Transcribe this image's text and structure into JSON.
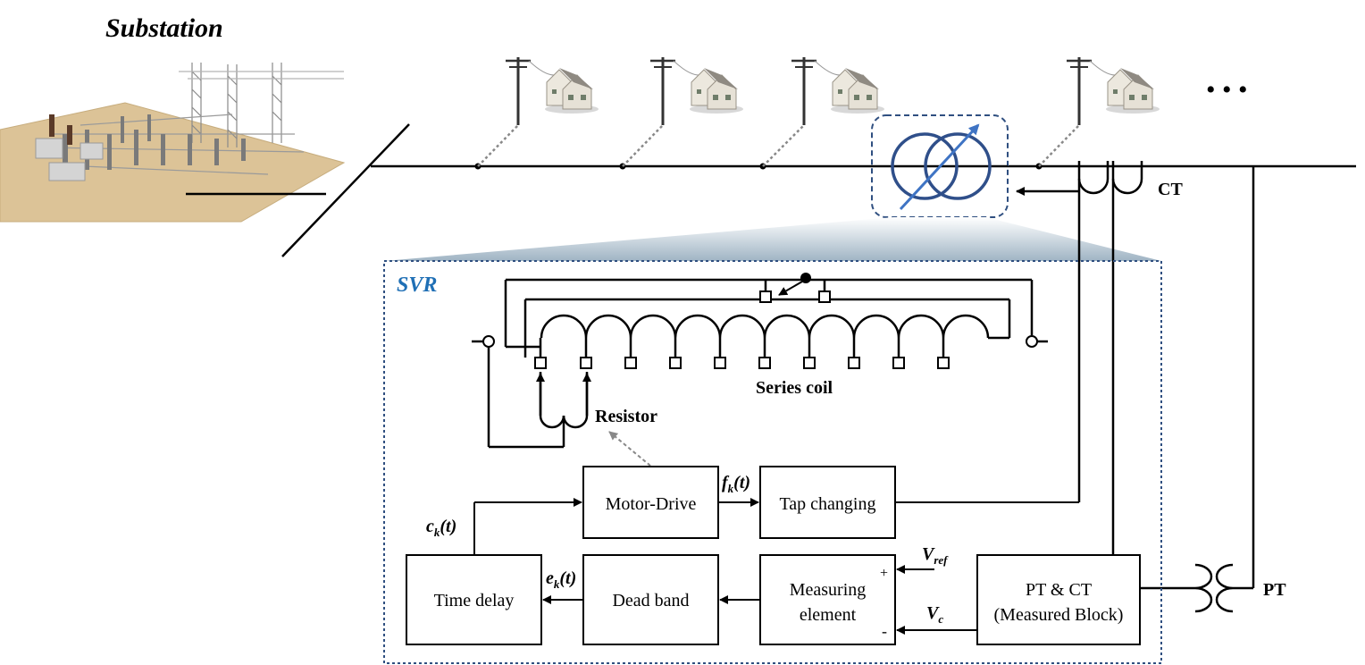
{
  "labels": {
    "substation": "Substation",
    "ellipsis": "• • •",
    "ct": "CT",
    "pt": "PT",
    "svr": "SVR",
    "series_coil": "Series coil",
    "resistor": "Resistor",
    "ck": {
      "base": "c",
      "sub": "k",
      "tail": "(t)"
    },
    "ek": {
      "base": "e",
      "sub": "k",
      "tail": "(t)"
    },
    "fk": {
      "base": "f",
      "sub": "k",
      "tail": "(t)"
    },
    "vref": {
      "base": "V",
      "sub": "ref"
    },
    "vc": {
      "base": "V",
      "sub": "c"
    },
    "plus": "+",
    "minus": "-"
  },
  "blocks": {
    "motor_drive": "Motor-Drive",
    "tap_changing": "Tap changing",
    "time_delay": "Time delay",
    "dead_band": "Dead band",
    "measuring_line1": "Measuring",
    "measuring_line2": "element",
    "ptct_line1": "PT & CT",
    "ptct_line2": "(Measured Block)"
  },
  "colors": {
    "line": "#000000",
    "svr_blue": "#1f6fb5",
    "box_dash": "#2f4f80",
    "transformer": "#2f4f8a",
    "arrow": "#3f74c4",
    "ground": "#dcc397",
    "house": "#e6e1d6"
  }
}
